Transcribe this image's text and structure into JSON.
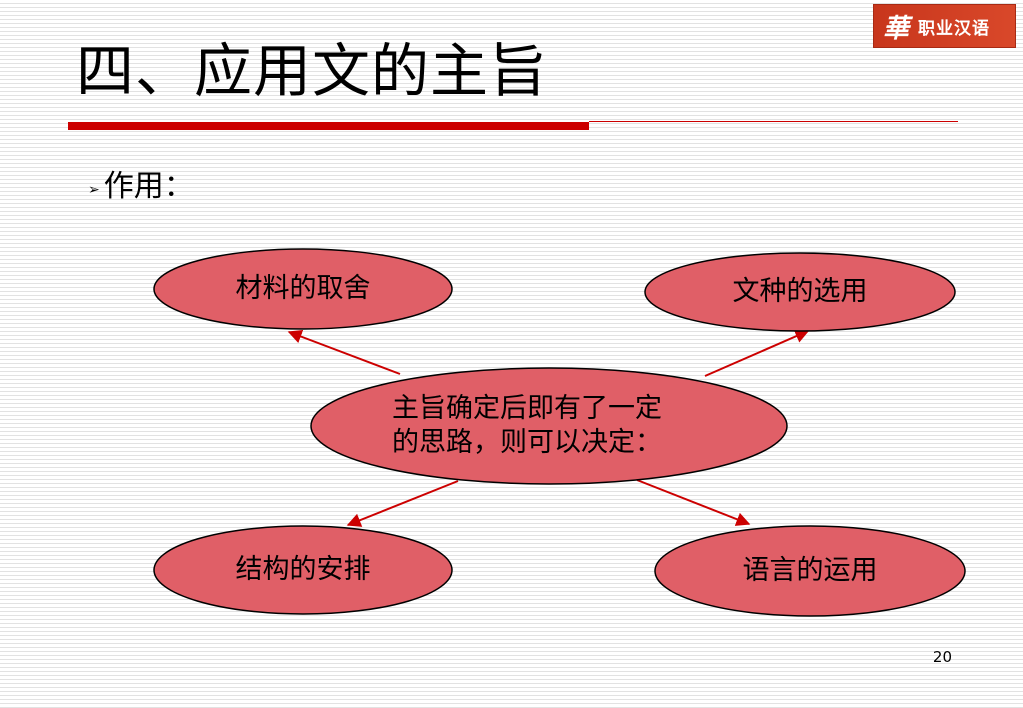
{
  "logo": {
    "mark": "華",
    "text": "职业汉语"
  },
  "title": "四、应用文的主旨",
  "bullet": {
    "marker": "➢",
    "text": "作用："
  },
  "diagram": {
    "center": {
      "line1": "主旨确定后即有了一定",
      "line2": "的思路，则可以决定："
    },
    "nodes": {
      "top_left": "材料的取舍",
      "top_right": "文种的选用",
      "bottom_left": "结构的安排",
      "bottom_right": "语言的运用"
    },
    "colors": {
      "node_fill": "#e05f67",
      "node_stroke": "#000000",
      "arrow": "#cc0000",
      "accent_bar": "#cc0000"
    }
  },
  "page_number": "20"
}
